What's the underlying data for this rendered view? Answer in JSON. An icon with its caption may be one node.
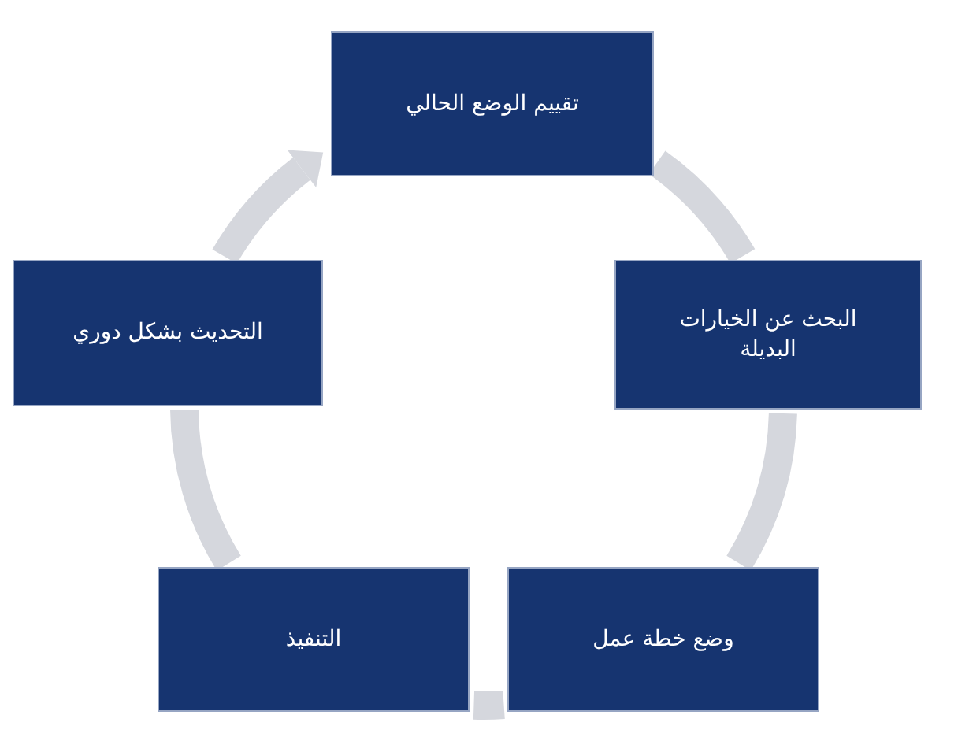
{
  "diagram": {
    "nodes": [
      {
        "text": [
          "تقييم الوضع الحالي"
        ]
      },
      {
        "text": [
          "البحث عن الخيارات البديلة"
        ]
      },
      {
        "text": [
          "وضع خطة عمل"
        ]
      },
      {
        "text": [
          "التنفيذ"
        ]
      },
      {
        "text": [
          "التحديث بشكل دوري"
        ]
      }
    ],
    "edges": [
      {
        "from": 0,
        "to": 1,
        "arrow": "none"
      },
      {
        "from": 1,
        "to": 2,
        "arrow": "none"
      },
      {
        "from": 2,
        "to": 3,
        "arrow": "none"
      },
      {
        "from": 3,
        "to": 4,
        "arrow": "none"
      },
      {
        "from": 4,
        "to": 0,
        "arrow": "to"
      }
    ]
  }
}
